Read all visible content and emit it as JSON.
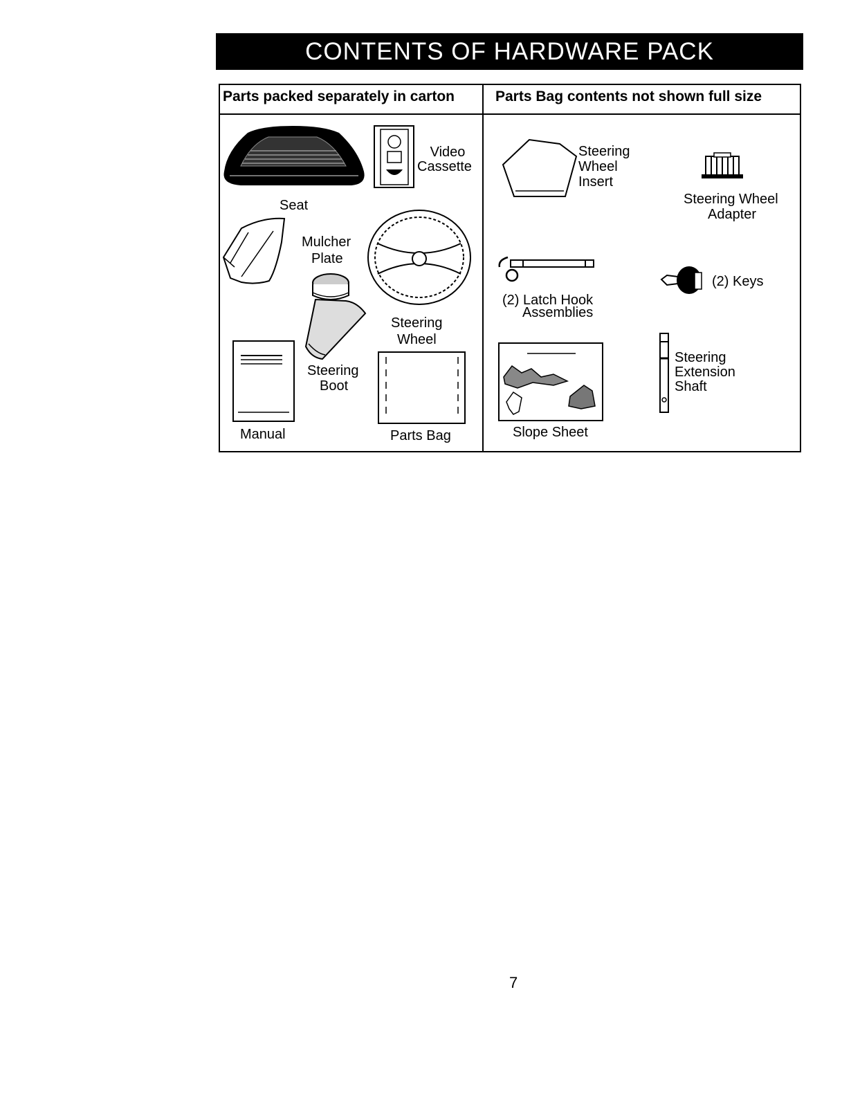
{
  "title": "CONTENTS OF HARDWARE PACK",
  "left_panel": {
    "heading": "Parts packed separately in carton",
    "items": {
      "seat": "Seat",
      "video_1": "Video",
      "video_2": "Cassette",
      "mulcher_1": "Mulcher",
      "mulcher_2": "Plate",
      "wheel_1": "Steering",
      "wheel_2": "Wheel",
      "boot_1": "Steering",
      "boot_2": "Boot",
      "manual": "Manual",
      "parts_bag": "Parts Bag"
    }
  },
  "right_panel": {
    "heading": "Parts Bag contents not shown full size",
    "items": {
      "insert_1": "Steering",
      "insert_2": "Wheel",
      "insert_3": "Insert",
      "adapter_1": "Steering Wheel",
      "adapter_2": "Adapter",
      "latch_1": "(2) Latch Hook",
      "latch_2": "Assemblies",
      "keys": "(2) Keys",
      "slope_sheet": "Slope Sheet",
      "shaft_1": "Steering",
      "shaft_2": "Extension",
      "shaft_3": "Shaft"
    }
  },
  "page_number": "7"
}
